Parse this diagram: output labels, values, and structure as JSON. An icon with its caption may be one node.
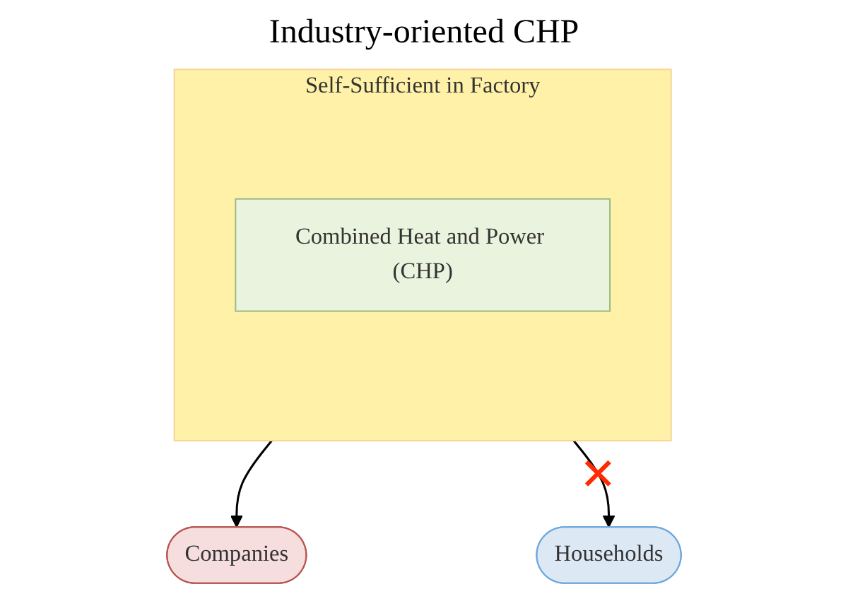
{
  "diagram": {
    "title": "Industry-oriented CHP",
    "nodes": [
      {
        "text": [
          "Self-Sufficient in Factory"
        ]
      },
      {
        "text": [
          "Combined Heat and Power (CHP)"
        ],
        "in": 0
      },
      {
        "text": [
          "Companies"
        ]
      },
      {
        "text": [
          "Households"
        ]
      }
    ],
    "edges": [
      {
        "from": 0,
        "to": 2,
        "arrow": "to"
      },
      {
        "from": 0,
        "to": 3,
        "arrow": "to"
      }
    ]
  }
}
